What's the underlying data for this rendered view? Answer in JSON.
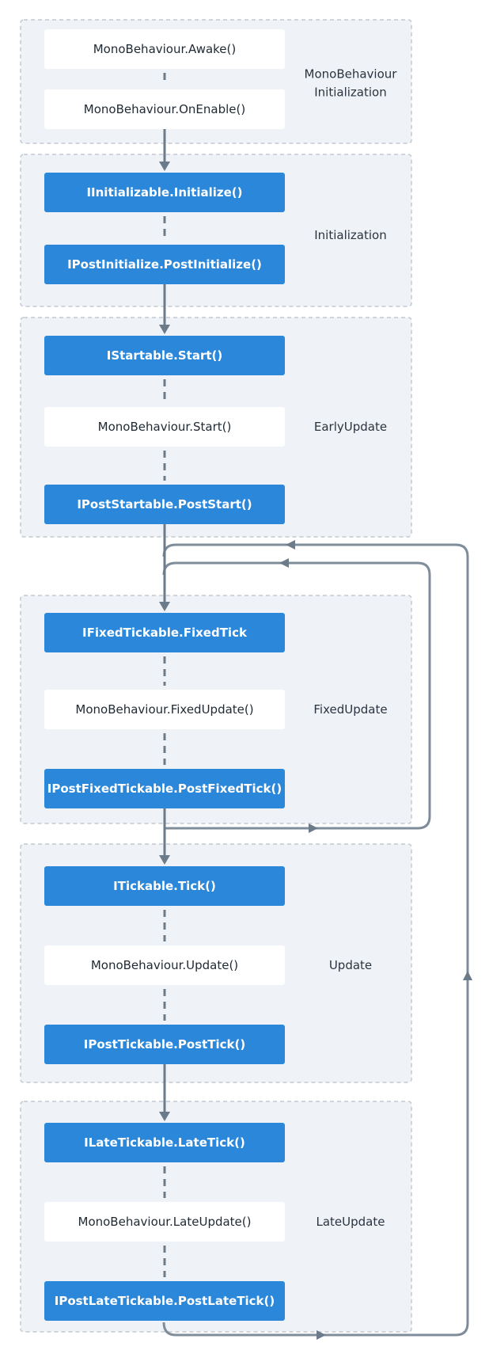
{
  "phases": [
    {
      "label_lines": [
        "MonoBehaviour",
        "Initialization"
      ],
      "nodes": [
        {
          "label": "MonoBehaviour.Awake()",
          "style": "white"
        },
        {
          "label": "MonoBehaviour.OnEnable()",
          "style": "white"
        }
      ]
    },
    {
      "label_lines": [
        "Initialization"
      ],
      "nodes": [
        {
          "label": "IInitializable.Initialize()",
          "style": "blue"
        },
        {
          "label": "IPostInitialize.PostInitialize()",
          "style": "blue"
        }
      ]
    },
    {
      "label_lines": [
        "EarlyUpdate"
      ],
      "nodes": [
        {
          "label": "IStartable.Start()",
          "style": "blue"
        },
        {
          "label": "MonoBehaviour.Start()",
          "style": "white"
        },
        {
          "label": "IPostStartable.PostStart()",
          "style": "blue"
        }
      ]
    },
    {
      "label_lines": [
        "FixedUpdate"
      ],
      "nodes": [
        {
          "label": "IFixedTickable.FixedTick",
          "style": "blue"
        },
        {
          "label": "MonoBehaviour.FixedUpdate()",
          "style": "white"
        },
        {
          "label": "IPostFixedTickable.PostFixedTick()",
          "style": "blue"
        }
      ]
    },
    {
      "label_lines": [
        "Update"
      ],
      "nodes": [
        {
          "label": "ITickable.Tick()",
          "style": "blue"
        },
        {
          "label": "MonoBehaviour.Update()",
          "style": "white"
        },
        {
          "label": "IPostTickable.PostTick()",
          "style": "blue"
        }
      ]
    },
    {
      "label_lines": [
        "LateUpdate"
      ],
      "nodes": [
        {
          "label": "ILateTickable.LateTick()",
          "style": "blue"
        },
        {
          "label": "MonoBehaviour.LateUpdate()",
          "style": "white"
        },
        {
          "label": "IPostLateTickable.PostLateTick()",
          "style": "blue"
        }
      ]
    }
  ],
  "colors": {
    "vcontainer_node": "#2b87d9",
    "unity_node": "#ffffff",
    "phase_background": "#eff2f6",
    "connector": "#6c7b8a"
  }
}
